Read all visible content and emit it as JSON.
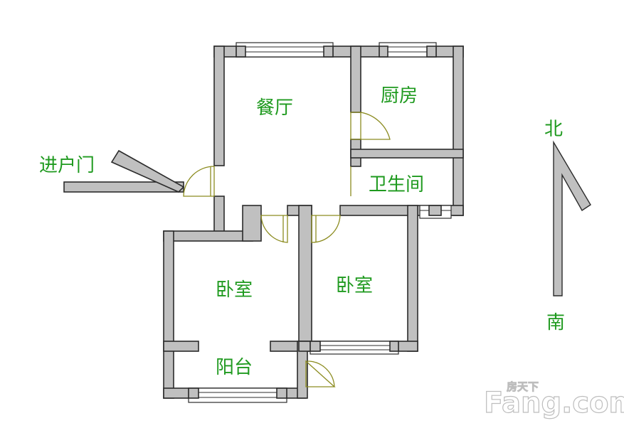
{
  "rooms": {
    "dining": "餐厅",
    "kitchen": "厨房",
    "bathroom": "卫生间",
    "bedroom_left": "卧室",
    "bedroom_right": "卧室",
    "balcony": "阳台"
  },
  "entrance_label": "进户门",
  "compass": {
    "north": "北",
    "south": "南"
  },
  "watermark": {
    "logo": "Fang.com",
    "sub": "房天下"
  },
  "colors": {
    "wall": "#c0c0c0",
    "label": "#1f9a1f",
    "door": "#8c8c20"
  }
}
